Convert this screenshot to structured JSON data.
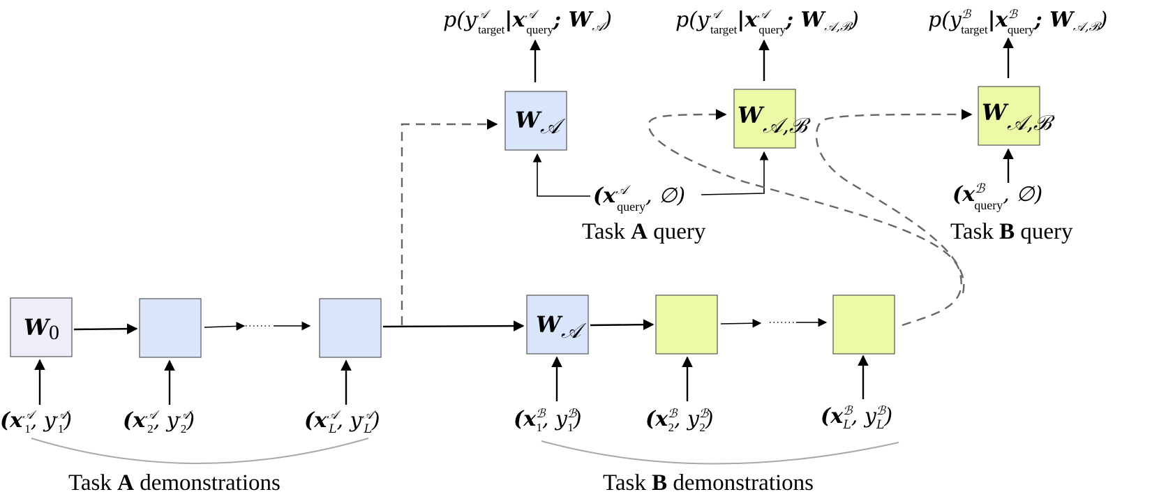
{
  "diagram": {
    "boxes": {
      "w0": "W",
      "w0_sub": "0",
      "wa_top": "W",
      "wa_top_sub": "𝒜",
      "wab_mid": "W",
      "wab_mid_sub": "𝒜,ℬ",
      "wab_right": "W",
      "wab_right_sub": "𝒜,ℬ",
      "wa_bottom": "W",
      "wa_bottom_sub": "𝒜"
    },
    "outputs": [
      {
        "p": "p(y",
        "sup": "𝒜",
        "sub": "target",
        "mid": "|x",
        "sup2": "𝒜",
        "sub2": "query",
        "end": "; W",
        "wsub": "𝒜",
        "close": ")"
      },
      {
        "p": "p(y",
        "sup": "𝒜",
        "sub": "target",
        "mid": "|x",
        "sup2": "𝒜",
        "sub2": "query",
        "end": "; W",
        "wsub": "𝒜,ℬ",
        "close": ")"
      },
      {
        "p": "p(y",
        "sup": "ℬ",
        "sub": "target",
        "mid": "|x",
        "sup2": "ℬ",
        "sub2": "query",
        "end": "; W",
        "wsub": "𝒜,ℬ",
        "close": ")"
      }
    ],
    "queries": {
      "a": {
        "open": "(x",
        "sup": "𝒜",
        "sub": "query",
        "rest": ", ∅)"
      },
      "b": {
        "open": "(x",
        "sup": "ℬ",
        "sub": "query",
        "rest": ", ∅)"
      }
    },
    "demos_a": [
      {
        "x": "(x",
        "i": "1",
        "s": "𝒜",
        "y": ", y",
        "close": ")"
      },
      {
        "x": "(x",
        "i": "2",
        "s": "𝒜",
        "y": ", y",
        "close": ")"
      },
      {
        "x": "(x",
        "i": "L",
        "s": "𝒜",
        "y": ", y",
        "close": ")"
      }
    ],
    "demos_b": [
      {
        "x": "(x",
        "i": "1",
        "s": "ℬ",
        "y": ", y",
        "close": ")"
      },
      {
        "x": "(x",
        "i": "2",
        "s": "ℬ",
        "y": ", y",
        "close": ")"
      },
      {
        "x": "(x",
        "i": "L",
        "s": "ℬ",
        "y": ", y",
        "close": ")"
      }
    ],
    "captions": {
      "task_a_query_pre": "Task ",
      "task_a_query_bold": "A",
      "task_a_query_post": " query",
      "task_b_query_pre": "Task ",
      "task_b_query_bold": "B",
      "task_b_query_post": " query",
      "task_a_demo_pre": "Task ",
      "task_a_demo_bold": "A",
      "task_a_demo_post": " demonstrations",
      "task_b_demo_pre": "Task ",
      "task_b_demo_bold": "B",
      "task_b_demo_post": " demonstrations"
    },
    "colors": {
      "task_a_box": "#d8e5fb",
      "initial_box": "#eeeefa",
      "task_b_box": "#eef9a8"
    }
  }
}
